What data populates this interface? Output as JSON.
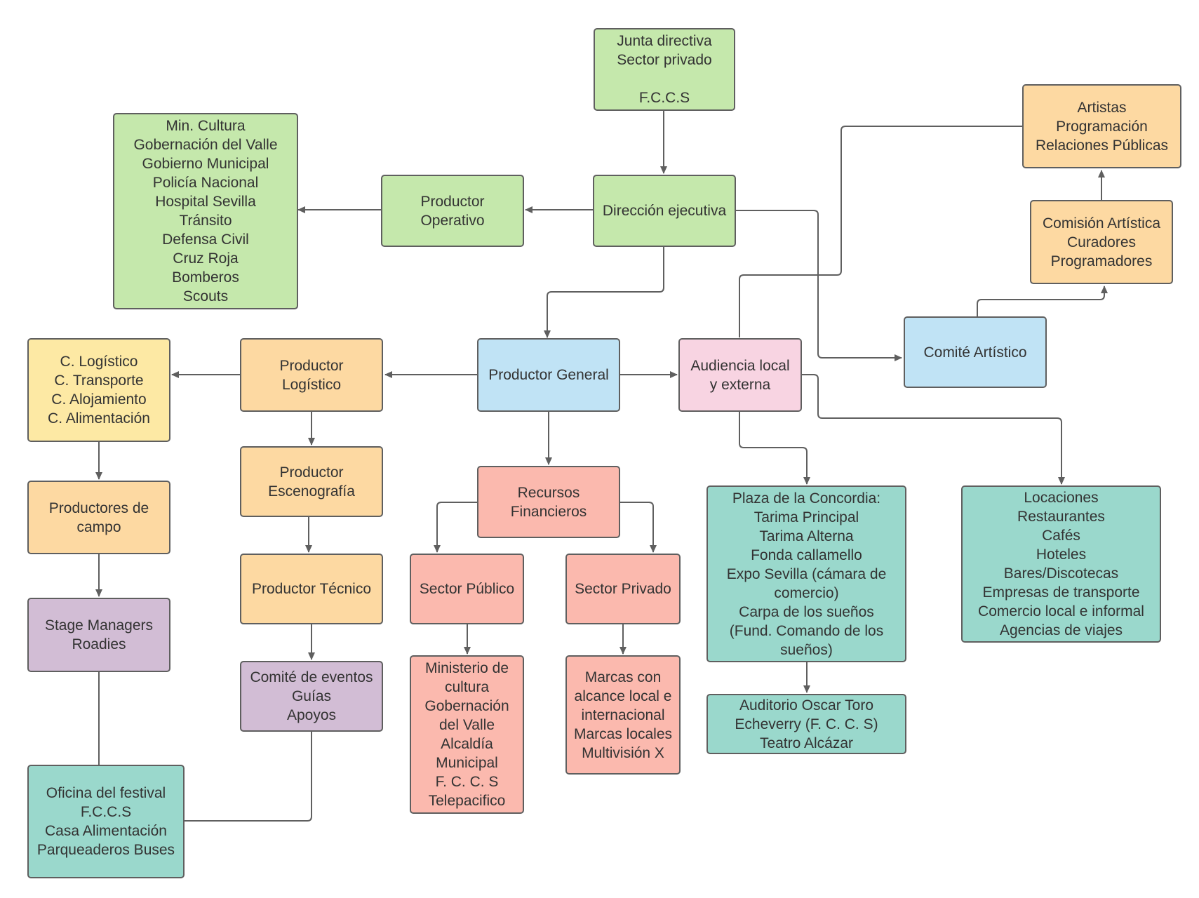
{
  "colors": {
    "green": "#c5e8ac",
    "orange": "#fdd9a2",
    "blue": "#c0e3f5",
    "pink": "#f8d4e2",
    "salmon": "#fbb9ae",
    "yellow": "#fde9a4",
    "purple": "#d2bdd5",
    "teal": "#9ad8cc",
    "line": "#5f5f5f"
  },
  "nodes": {
    "junta": "Junta directiva\nSector privado\n\nF.C.C.S",
    "min_cultura": "Min. Cultura\nGobernación del Valle\nGobierno Municipal\nPolicía Nacional\nHospital Sevilla\nTránsito\nDefensa Civil\nCruz Roja\nBomberos\nScouts",
    "productor_operativo": "Productor\nOperativo",
    "direccion": "Dirección ejecutiva",
    "artistas": "Artistas\nProgramación\nRelaciones Públicas",
    "comision": "Comisión Artística\nCuradores\nProgramadores",
    "comite_artistico": "Comité Artístico",
    "c_logistico": "C. Logístico\nC. Transporte\nC. Alojamiento\nC. Alimentación",
    "productor_logistico": "Productor\nLogístico",
    "productor_general": "Productor General",
    "audiencia": "Audiencia local\ny externa",
    "productores_campo": "Productores de\ncampo",
    "productor_escenografia": "Productor\nEscenografía",
    "recursos": "Recursos\nFinancieros",
    "plaza": "Plaza de la Concordia:\nTarima Principal\nTarima Alterna\nFonda callamello\nExpo Sevilla (cámara de\ncomercio)\nCarpa de los sueños\n(Fund. Comando de los\nsueños)",
    "locaciones": "Locaciones\nRestaurantes\nCafés\nHoteles\nBares/Discotecas\nEmpresas de transporte\nComercio local e informal\nAgencias de viajes",
    "stage": "Stage Managers\nRoadies",
    "productor_tecnico": "Productor Técnico",
    "sector_publico": "Sector Público",
    "sector_privado": "Sector Privado",
    "comite_eventos": "Comité de eventos\nGuías\nApoyos",
    "ministerio": "Ministerio de\ncultura\nGobernación\ndel Valle\nAlcaldía\nMunicipal\nF. C. C. S\nTelepacifico",
    "marcas": "Marcas con\nalcance local e\ninternacional\nMarcas locales\nMultivisión X",
    "auditorio": "Auditorio Oscar Toro\nEcheverry (F. C. C. S)\nTeatro Alcázar",
    "oficina": "Oficina del festival\nF.C.C.S\nCasa Alimentación\nParqueaderos Buses"
  }
}
